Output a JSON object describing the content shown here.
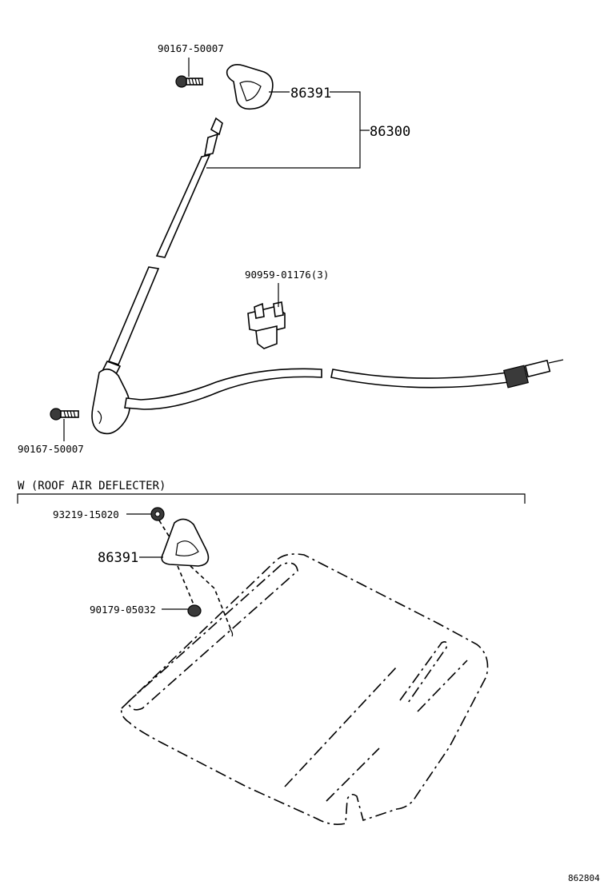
{
  "labels": {
    "screw_top": "90167-50007",
    "pad_top": "86391",
    "antenna_assy": "86300",
    "clamp": "90959-01176(3)",
    "screw_bottom": "90167-50007",
    "section_title": "W (ROOF AIR DEFLECTER)",
    "nut": "93219-15020",
    "pad_bottom": "86391",
    "washer": "90179-05032",
    "figure_id": "862804"
  }
}
